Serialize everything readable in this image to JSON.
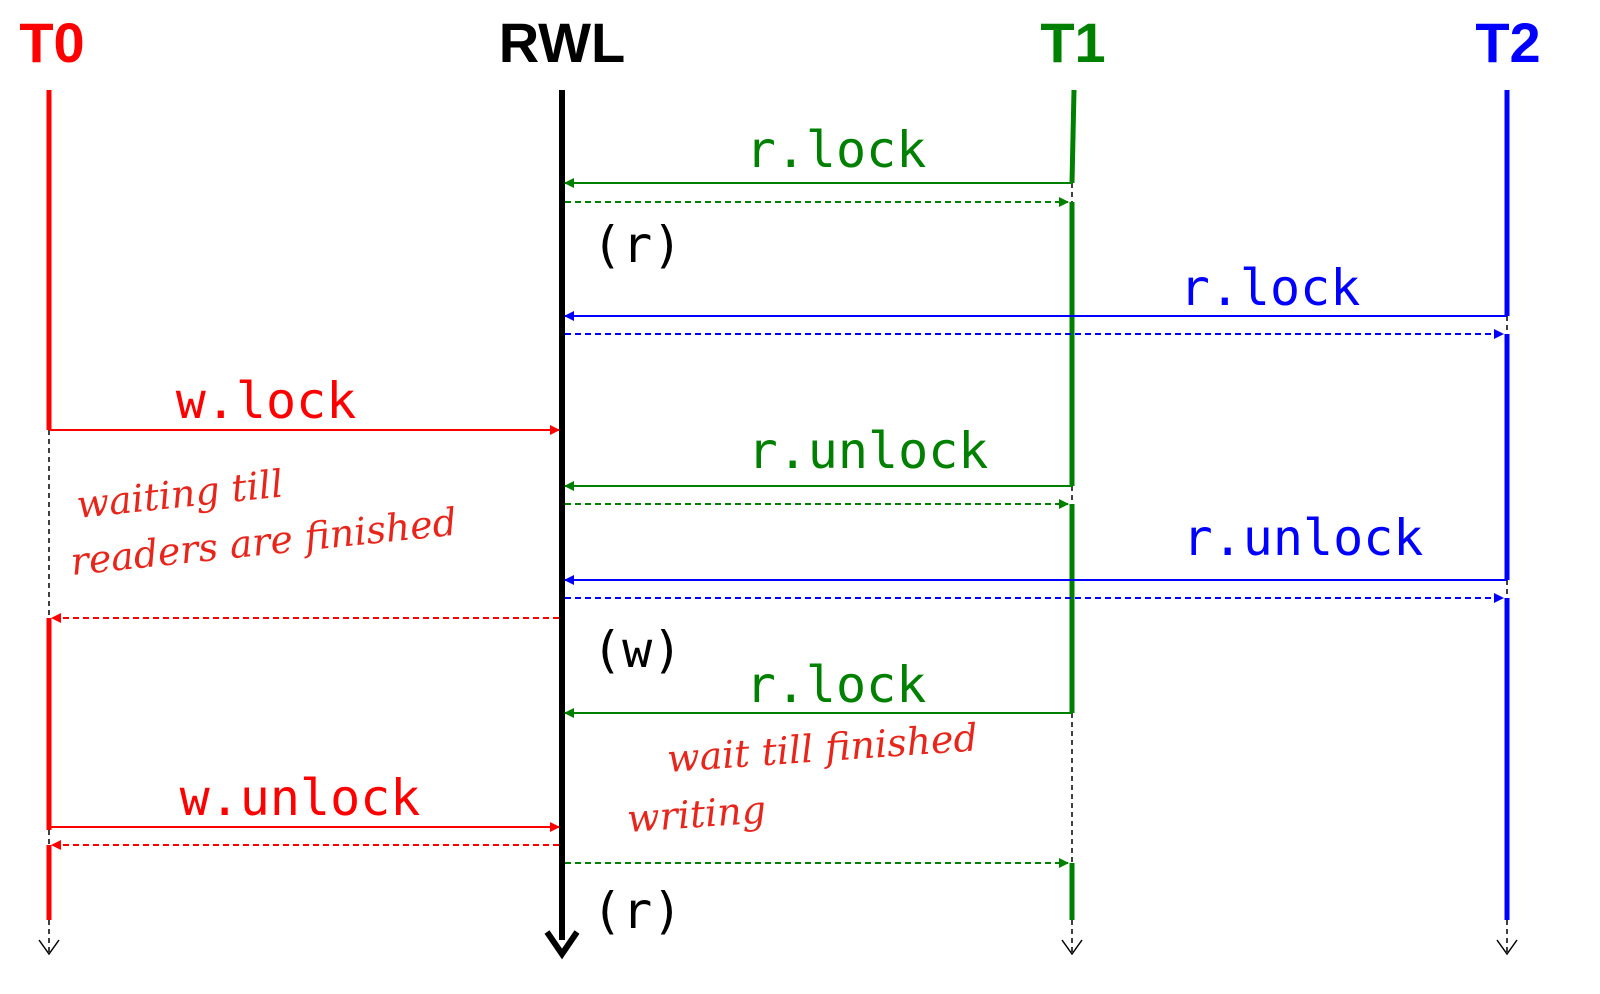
{
  "lanes": {
    "t0": {
      "label": "T0",
      "color": "#ff0000"
    },
    "rwl": {
      "label": "RWL",
      "color": "#000000"
    },
    "t1": {
      "label": "T1",
      "color": "#008000"
    },
    "t2": {
      "label": "T2",
      "color": "#0000ff"
    }
  },
  "messages": {
    "t1_rlock_1": "r.lock",
    "t2_rlock": "r.lock",
    "t0_wlock": "w.lock",
    "t1_runlock": "r.unlock",
    "t2_runlock": "r.unlock",
    "t1_rlock_2": "r.lock",
    "t0_wunlock": "w.unlock"
  },
  "states": {
    "read_1": "(r)",
    "write": "(w)",
    "read_2": "(r)"
  },
  "notes": {
    "t0_wait_line1": "waiting till",
    "t0_wait_line2": "readers are finished",
    "t1_wait_line1": "wait till finished",
    "t1_wait_line2": "writing"
  }
}
